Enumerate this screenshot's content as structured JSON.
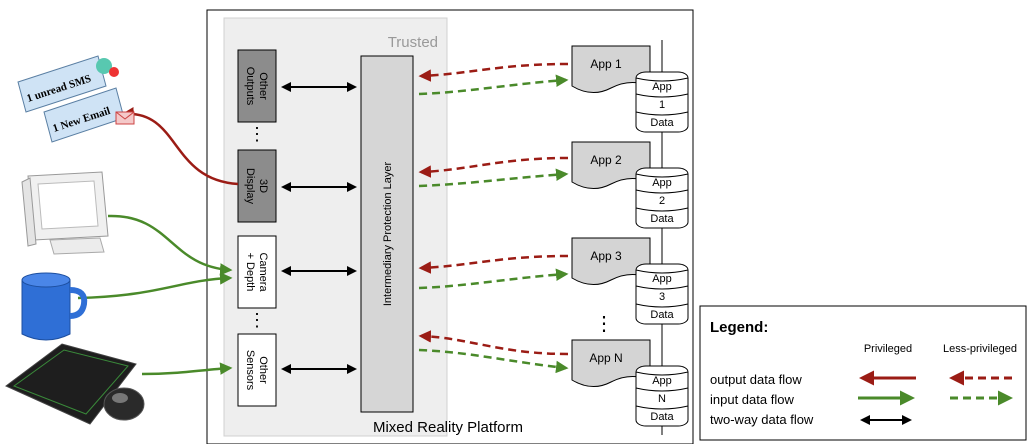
{
  "platform": {
    "title": "Mixed Reality Platform",
    "trusted_label": "Trusted"
  },
  "modules": {
    "other_outputs": [
      "Other",
      "Outputs"
    ],
    "display_3d": [
      "3D",
      "Display"
    ],
    "camera_depth": [
      "Camera",
      "+ Depth"
    ],
    "other_sensors": [
      "Other",
      "Sensors"
    ],
    "ellipsis": "⋮"
  },
  "protection_layer": "Intermediary Protection Layer",
  "apps": [
    {
      "name": "App 1",
      "db": [
        "App",
        "1",
        "Data"
      ]
    },
    {
      "name": "App 2",
      "db": [
        "App",
        "2",
        "Data"
      ]
    },
    {
      "name": "App 3",
      "db": [
        "App",
        "3",
        "Data"
      ]
    },
    {
      "name": "App N",
      "db": [
        "App",
        "N",
        "Data"
      ]
    }
  ],
  "notifications": {
    "sms": "1 unread SMS",
    "email": "1 New Email"
  },
  "legend": {
    "title": "Legend:",
    "col_privileged": "Privileged",
    "col_less": "Less-privileged",
    "rows": [
      "output data flow",
      "input data flow",
      "two-way data flow"
    ]
  },
  "colors": {
    "output": "#9b1c15",
    "input": "#4a8a2a",
    "twoway": "#000000",
    "module_dark": "#8c8c8c",
    "trusted_bg": "#eeeeee"
  }
}
